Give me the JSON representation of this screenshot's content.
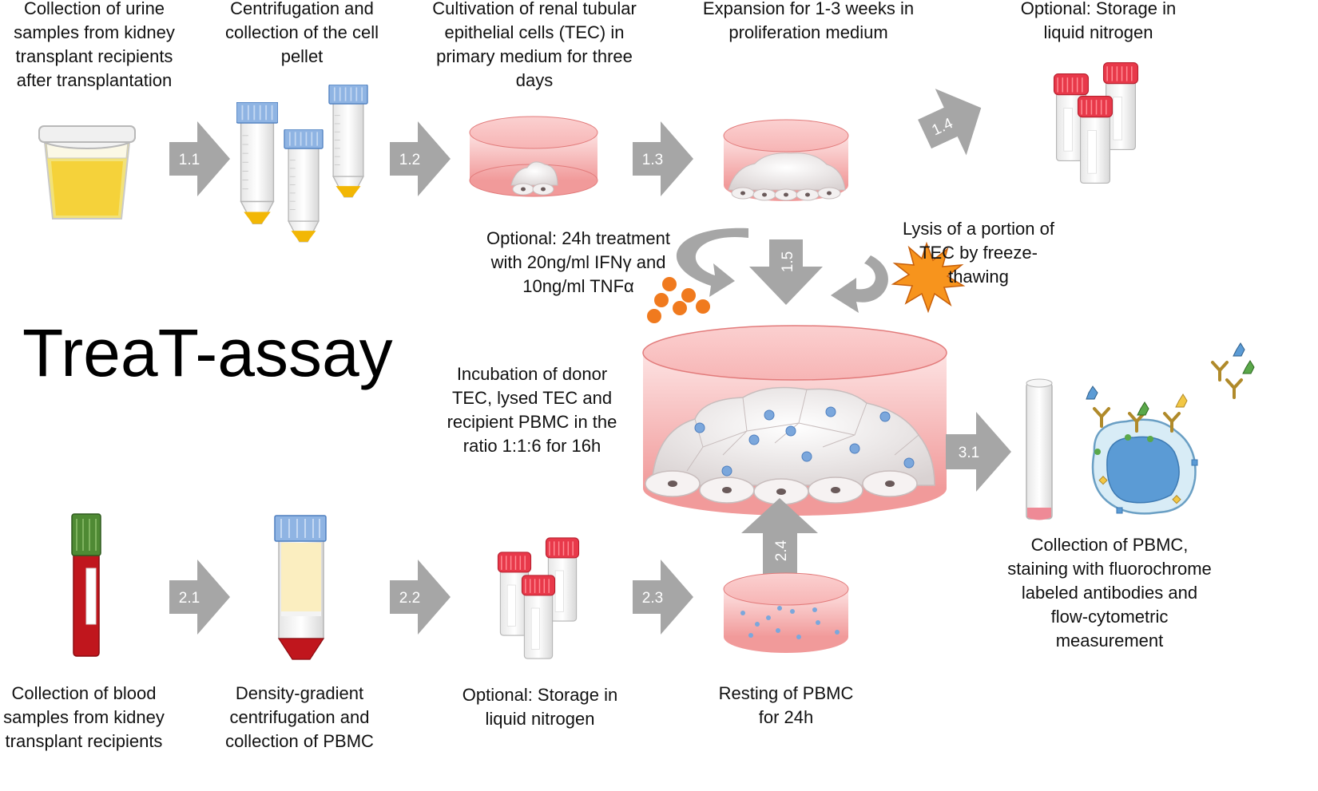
{
  "title": "TreaT-assay",
  "steps_top": {
    "urine": "Collection of urine samples from kidney transplant recipients after transplantation",
    "centrifuge": "Centrifugation and collection of the cell pellet",
    "cultivation": "Cultivation of renal tubular epithelial cells (TEC) in primary medium for three days",
    "expansion": "Expansion for 1-3 weeks in proliferation medium",
    "storage": "Optional: Storage in liquid nitrogen"
  },
  "middle": {
    "treatment": "Optional: 24h treatment with 20ng/ml IFNγ and 10ng/ml TNFα",
    "lysis": "Lysis of a portion of TEC by freeze-thawing",
    "incubation": "Incubation of donor TEC, lysed TEC and recipient PBMC in the ratio 1:1:6 for 16h",
    "collection": "Collection of PBMC, staining with fluorochrome labeled antibodies and flow-cytometric measurement"
  },
  "steps_bottom": {
    "blood": "Collection of blood samples from kidney transplant recipients",
    "density": "Density-gradient centrifugation and collection of PBMC",
    "storage": "Optional: Storage in liquid nitrogen",
    "resting": "Resting of PBMC for 24h"
  },
  "arrows": {
    "a11": "1.1",
    "a12": "1.2",
    "a13": "1.3",
    "a14": "1.4",
    "a15": "1.5",
    "a21": "2.1",
    "a22": "2.2",
    "a23": "2.3",
    "a24": "2.4",
    "a31": "3.1"
  },
  "colors": {
    "arrow": "#a6a6a6",
    "dish": "#f7b8b8",
    "cap_blue": "#8fb4e3",
    "cap_red": "#e8394a",
    "pellet": "#f2b705",
    "cytokine": "#f07a1e",
    "pbmc": "#7ba7dc"
  }
}
